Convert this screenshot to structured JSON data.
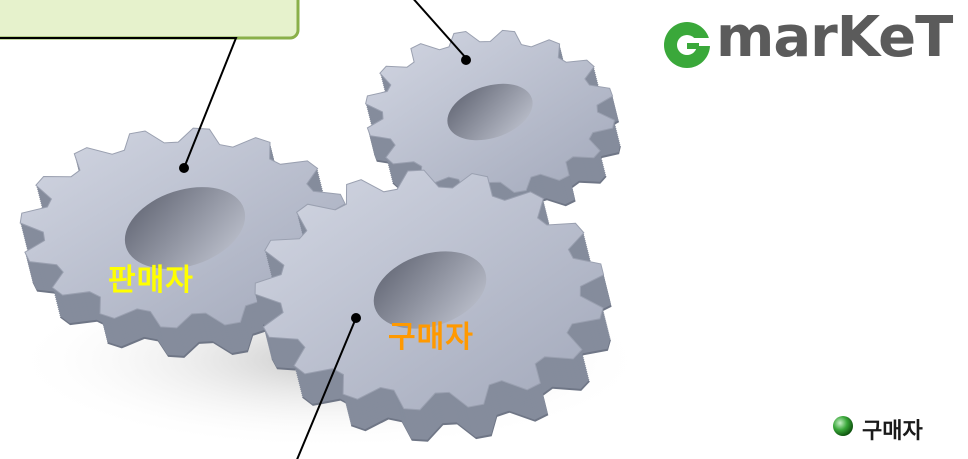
{
  "gears": {
    "seller_label": "판매자",
    "buyer_label": "구매자"
  },
  "logo": {
    "text": "marKeT"
  },
  "legend": {
    "bullet_text": "구매자"
  },
  "colors": {
    "seller_label": "#ffff00",
    "buyer_label": "#ff9900",
    "callout_fill": "#e6f2cc",
    "callout_border": "#8ab04a",
    "logo_green": "#3aa83a",
    "logo_gray": "#5b5b5b",
    "gear_face": "#b7bccb",
    "gear_side": "#7d8494"
  }
}
